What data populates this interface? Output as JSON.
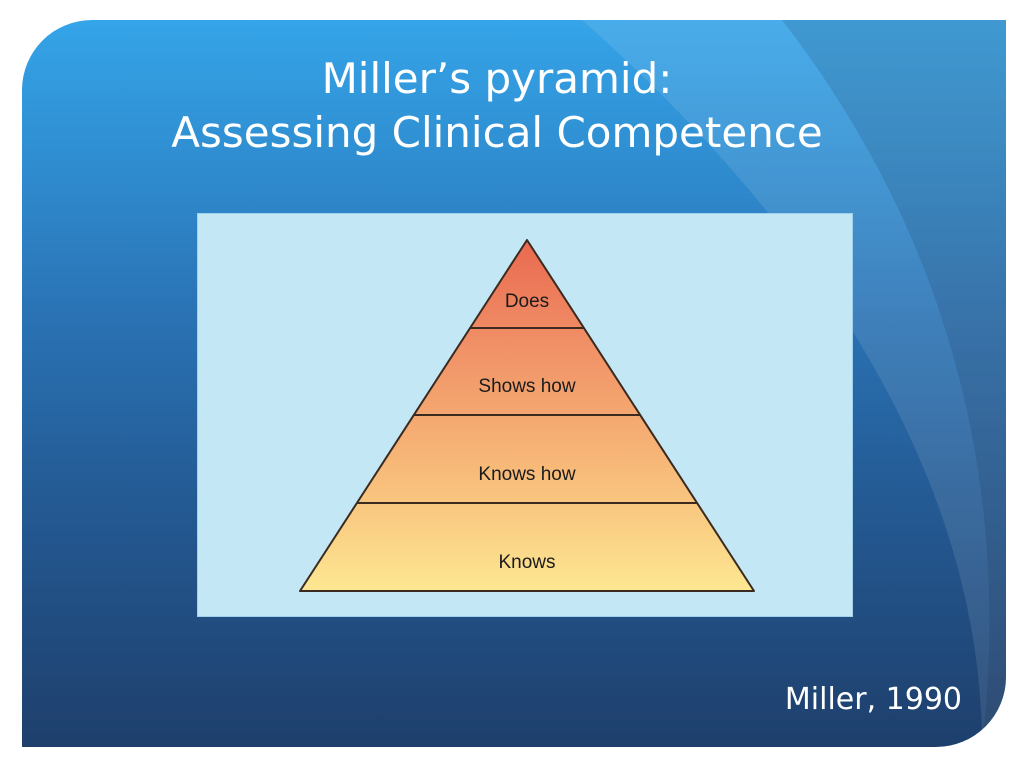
{
  "slide": {
    "title_line1": "Miller’s pyramid:",
    "title_line2": "Assessing Clinical Competence",
    "citation": "Miller, 1990"
  },
  "pyramid": {
    "tiers_top_to_bottom": [
      {
        "label": "Does",
        "color": "#ec7a5a"
      },
      {
        "label": "Shows how",
        "color": "#f29c6c"
      },
      {
        "label": "Knows how",
        "color": "#f7b877"
      },
      {
        "label": "Knows",
        "color": "#fde28e"
      }
    ]
  },
  "colors": {
    "panel_background": "#c4e7f5",
    "title_text": "#ffffff"
  }
}
